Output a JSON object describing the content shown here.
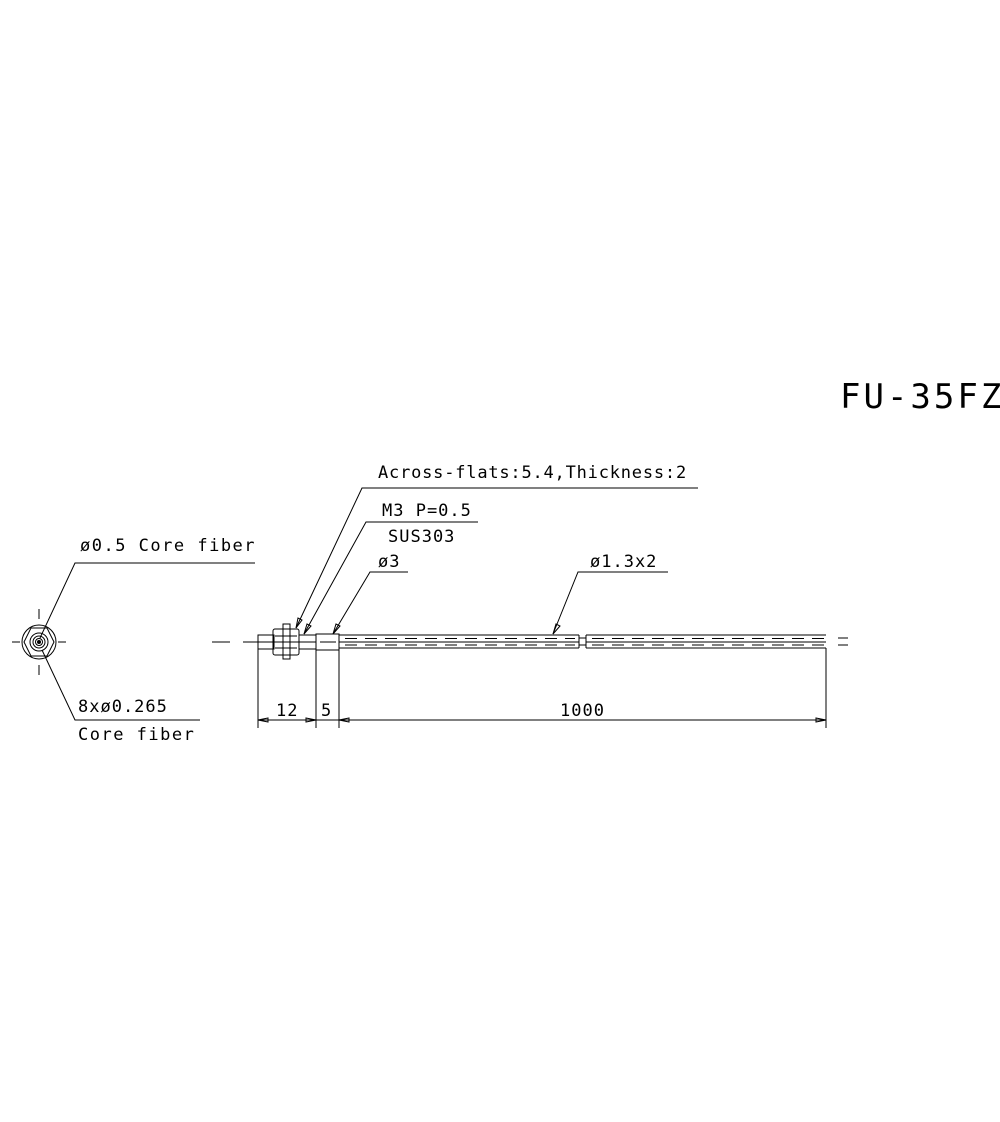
{
  "title": "FU-35FZ",
  "colors": {
    "line": "#000000",
    "background": "#ffffff"
  },
  "end_view": {
    "core_label": "ø0.5 Core fiber",
    "fibers_label_line1": "8xø0.265",
    "fibers_label_line2": "Core fiber"
  },
  "side_view": {
    "nut_label": "Across-flats:5.4,Thickness:2",
    "thread_label": "M3 P=0.5",
    "material_label": "SUS303",
    "sleeve_label": "ø3",
    "cable_label": "ø1.3x2",
    "dimensions": {
      "head_length": "12",
      "sleeve_length": "5",
      "cable_length": "1000"
    }
  }
}
